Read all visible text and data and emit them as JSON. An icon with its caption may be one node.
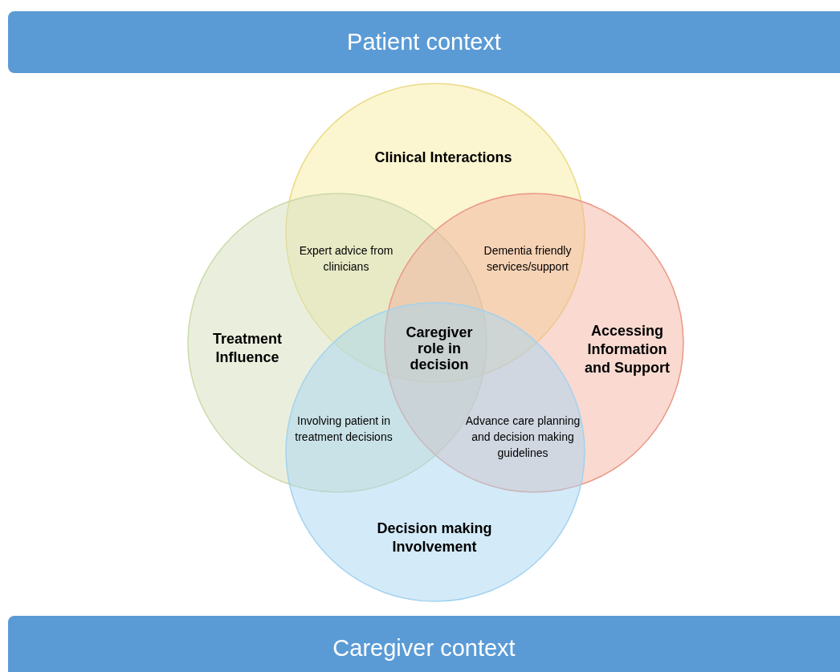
{
  "diagram": {
    "nodes": [
      {
        "text": [
          "Patient context"
        ]
      },
      {
        "text": [
          "Clinical Interactions"
        ]
      },
      {
        "text": [
          "Treatment Influence"
        ]
      },
      {
        "text": [
          "Accessing Information and Support"
        ]
      },
      {
        "text": [
          "Decision making Involvement"
        ]
      },
      {
        "text": [
          "Caregiver context"
        ]
      }
    ],
    "labels": [
      "Expert advice from clinicians",
      "Dementia friendly services/support",
      "Caregiver role in decision",
      "Involving patient in treatment decisions",
      "Advance care planning and decision making guidelines"
    ]
  }
}
